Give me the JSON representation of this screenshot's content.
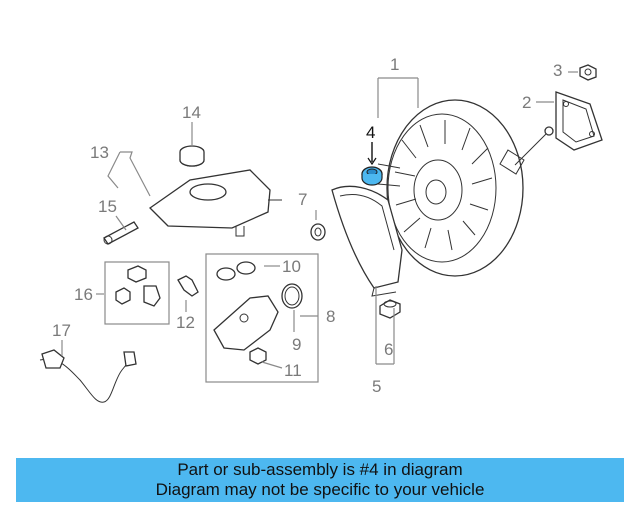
{
  "callouts": {
    "c1": "1",
    "c2": "2",
    "c3": "3",
    "c4": "4",
    "c5": "5",
    "c6": "6",
    "c7": "7",
    "c8": "8",
    "c9": "9",
    "c10": "10",
    "c11": "11",
    "c12": "12",
    "c13": "13",
    "c14": "14",
    "c15": "15",
    "c16": "16",
    "c17": "17"
  },
  "highlight": {
    "part": "4",
    "color": "#4db8f0"
  },
  "banner": {
    "line1": "Part or sub-assembly is #4 in diagram",
    "line2": "Diagram may not be specific to your vehicle",
    "color": "#4db8f0"
  }
}
